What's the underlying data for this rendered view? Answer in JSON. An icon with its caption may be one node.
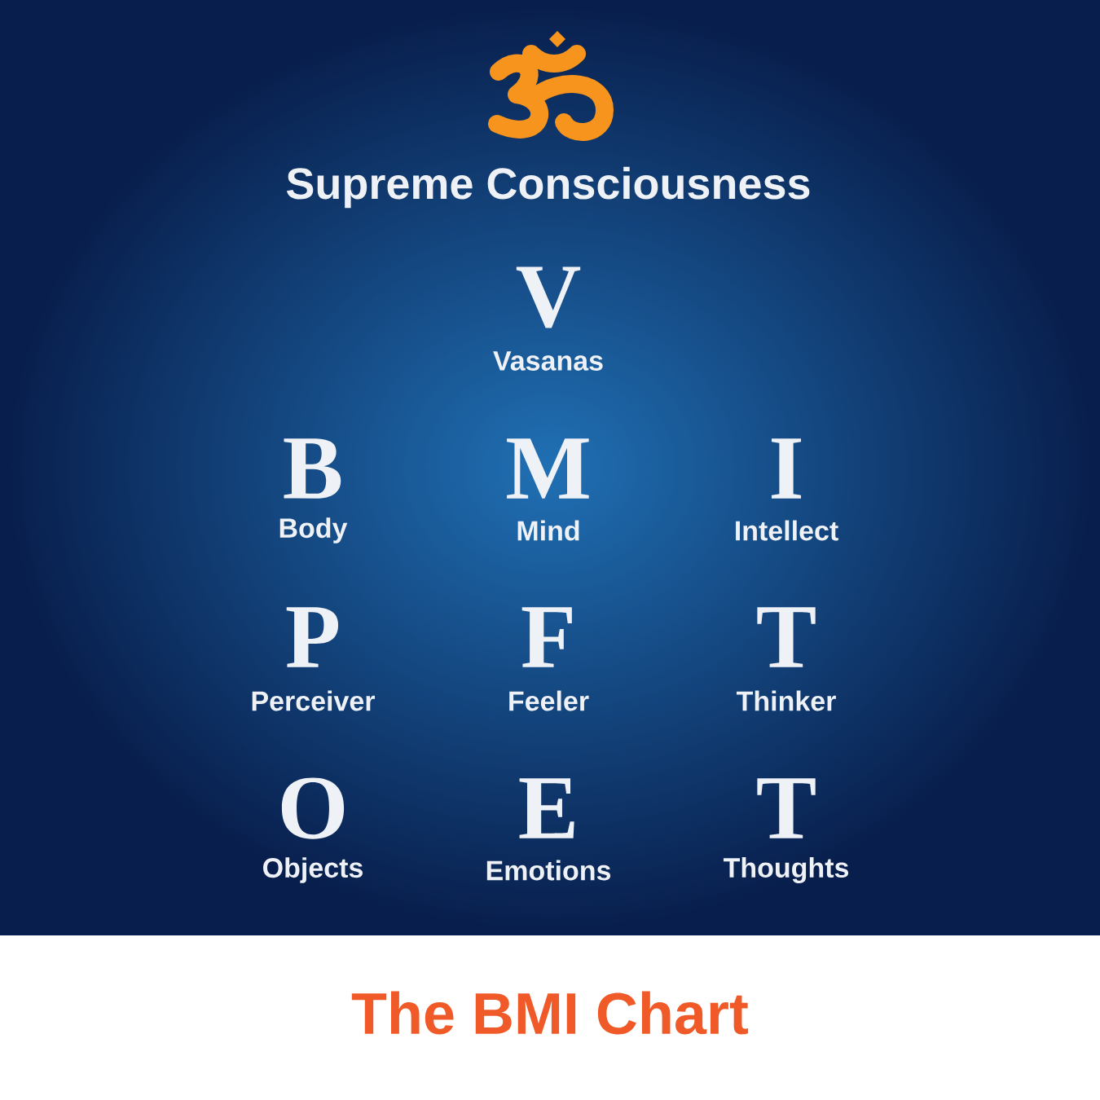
{
  "diagram": {
    "title": "Supreme Consciousness",
    "caption": "The BMI Chart",
    "labels": [
      "V",
      "Vasanas",
      "B",
      "M",
      "I",
      "Body",
      "Mind",
      "Intellect",
      "P",
      "F",
      "T",
      "Perceiver",
      "Feeler",
      "Thinker",
      "O",
      "E",
      "T",
      "Objects",
      "Emotions",
      "Thoughts"
    ]
  }
}
